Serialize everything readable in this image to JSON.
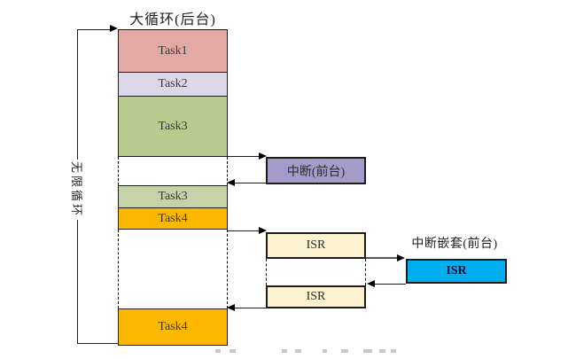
{
  "title": "大循环(后台)",
  "loop_label": "无限循环",
  "column": {
    "task1": "Task1",
    "task2": "Task2",
    "task3": "Task3",
    "task3b": "Task3",
    "task4": "Task4",
    "task4b": "Task4"
  },
  "foreground": {
    "interrupt_label": "中断(前台)",
    "isr1_label": "ISR",
    "isr2_label": "ISR",
    "nested_title": "中断嵌套(前台)",
    "nested_isr_label": "ISR"
  },
  "colors": {
    "task1": "#e3aaa5",
    "task2": "#dcd8ea",
    "task3": "#b7cb8e",
    "task3b": "#c6d3a8",
    "task4": "#fcb800",
    "interrupt": "#a59bc9",
    "isr": "#fdf2d0",
    "nested_isr": "#00aeef"
  }
}
